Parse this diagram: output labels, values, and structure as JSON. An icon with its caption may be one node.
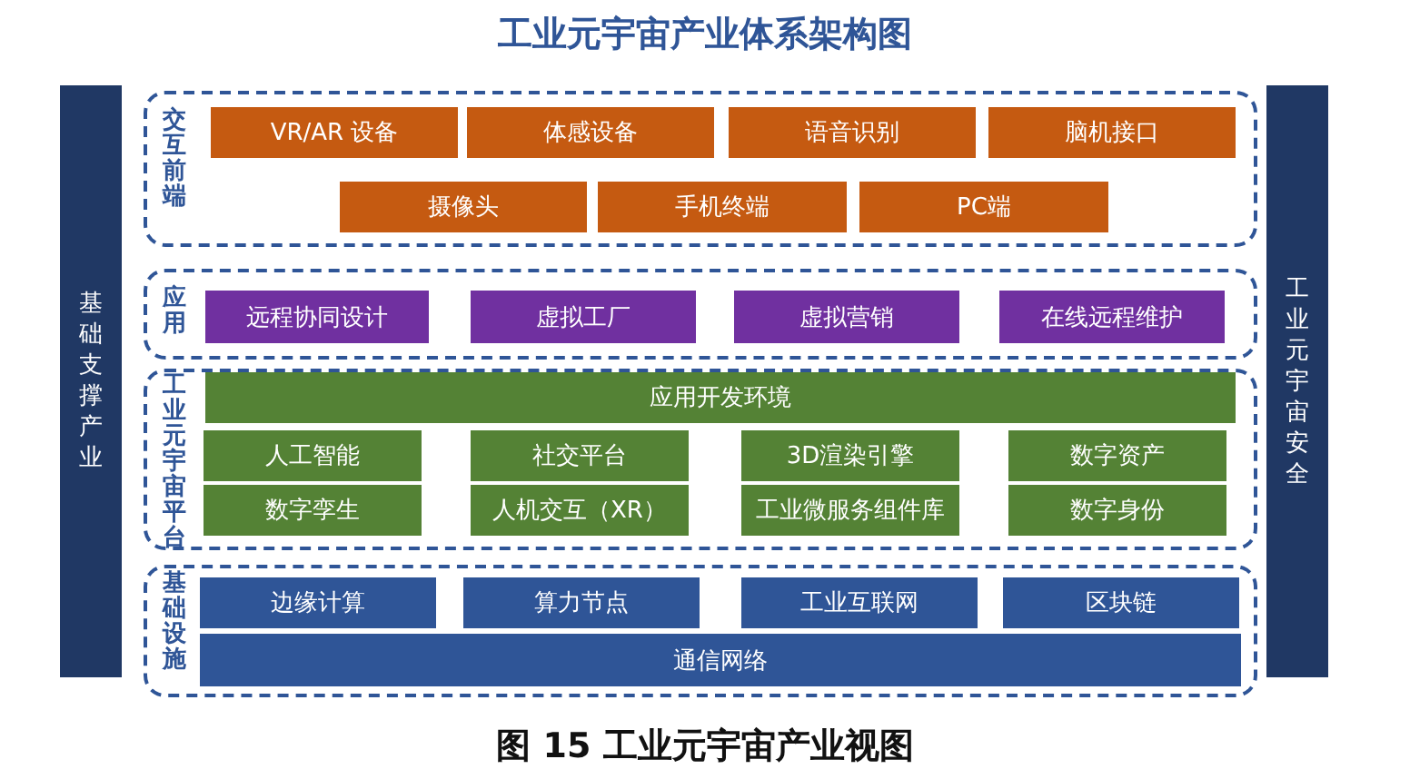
{
  "diagram": {
    "title": "工业元宇宙产业体系架构图",
    "caption": "图 15 工业元宇宙产业视图",
    "nodes": [
      {
        "text": [
          "基础支撑产业"
        ]
      },
      {
        "text": [
          "交互前端"
        ]
      },
      {
        "text": [
          "VR/AR 设备"
        ],
        "in": 1
      },
      {
        "text": [
          "体感设备"
        ],
        "in": 1
      },
      {
        "text": [
          "语音识别"
        ],
        "in": 1
      },
      {
        "text": [
          "脑机接口"
        ],
        "in": 1
      },
      {
        "text": [
          "摄像头"
        ],
        "in": 1
      },
      {
        "text": [
          "手机终端"
        ],
        "in": 1
      },
      {
        "text": [
          "PC端"
        ],
        "in": 1
      },
      {
        "text": [
          "应用"
        ]
      },
      {
        "text": [
          "远程协同设计"
        ],
        "in": 9
      },
      {
        "text": [
          "虚拟工厂"
        ],
        "in": 9
      },
      {
        "text": [
          "虚拟营销"
        ],
        "in": 9
      },
      {
        "text": [
          "在线远程维护"
        ],
        "in": 9
      },
      {
        "text": [
          "工业元宇宙平台"
        ]
      },
      {
        "text": [
          "应用开发环境"
        ],
        "in": 14
      },
      {
        "text": [
          "人工智能"
        ],
        "in": 14
      },
      {
        "text": [
          "社交平台"
        ],
        "in": 14
      },
      {
        "text": [
          "3D渲染引擎"
        ],
        "in": 14
      },
      {
        "text": [
          "数字资产"
        ],
        "in": 14
      },
      {
        "text": [
          "数字孪生"
        ],
        "in": 14
      },
      {
        "text": [
          "人机交互（XR）"
        ],
        "in": 14
      },
      {
        "text": [
          "工业微服务组件库"
        ],
        "in": 14
      },
      {
        "text": [
          "数字身份"
        ],
        "in": 14
      },
      {
        "text": [
          "基础设施"
        ]
      },
      {
        "text": [
          "边缘计算"
        ],
        "in": 24
      },
      {
        "text": [
          "算力节点"
        ],
        "in": 24
      },
      {
        "text": [
          "工业互联网"
        ],
        "in": 24
      },
      {
        "text": [
          "区块链"
        ],
        "in": 24
      },
      {
        "text": [
          "通信网络"
        ],
        "in": 24
      },
      {
        "text": [
          "工业元宇宙安全"
        ]
      }
    ]
  }
}
